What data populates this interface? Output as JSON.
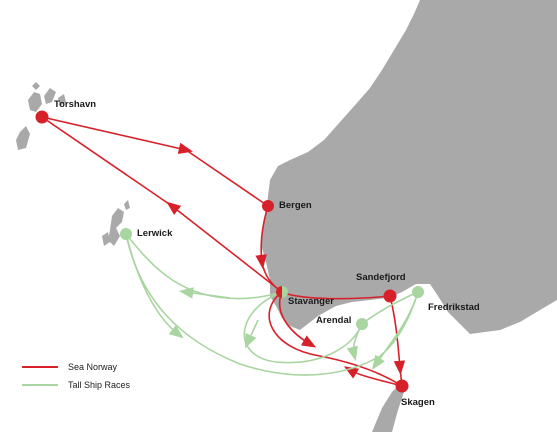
{
  "colors": {
    "land": "#a9a9a9",
    "sea_norway": "#d7212a",
    "tall_ship_races": "#a8d5a0",
    "background": "#ffffff"
  },
  "legend": {
    "sea_norway_label": "Sea Norway",
    "tall_ship_label": "Tall Ship Races"
  },
  "cities": {
    "torshavn": {
      "label": "Torshavn",
      "route": "sea_norway"
    },
    "bergen": {
      "label": "Bergen",
      "route": "sea_norway"
    },
    "lerwick": {
      "label": "Lerwick",
      "route": "tall_ship_races"
    },
    "stavanger": {
      "label": "Stavanger",
      "route": "both"
    },
    "sandefjord": {
      "label": "Sandefjord",
      "route": "sea_norway"
    },
    "fredrikstad": {
      "label": "Fredrikstad",
      "route": "tall_ship_races"
    },
    "arendal": {
      "label": "Arendal",
      "route": "tall_ship_races"
    },
    "skagen": {
      "label": "Skagen",
      "route": "sea_norway"
    }
  }
}
